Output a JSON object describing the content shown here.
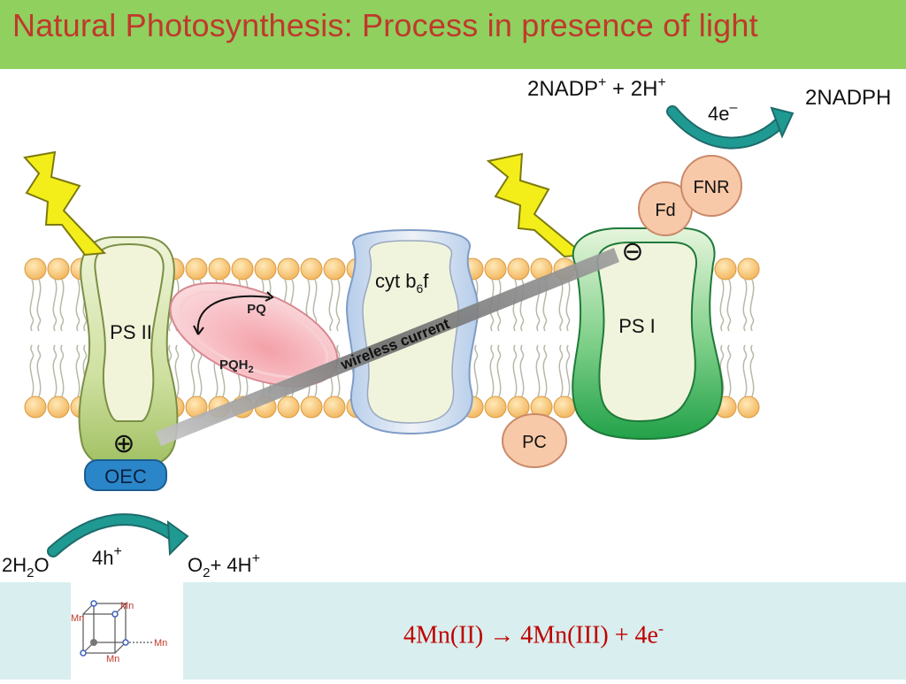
{
  "slide": {
    "title": "Natural Photosynthesis: Process in presence of light",
    "equation": {
      "left": "4Mn(II)",
      "arrow": "→",
      "right": "4Mn(III) + 4e",
      "sup": "-"
    }
  },
  "diagram": {
    "nadp_reactants": {
      "a": "2NADP",
      "a_sup": "+",
      "b": " + 2H",
      "b_sup": "+"
    },
    "electrons_top": {
      "text": "4e",
      "sup": "–"
    },
    "nadph": "2NADPH",
    "fnr": "FNR",
    "fd": "Fd",
    "ps2": "PS II",
    "ps1": "PS I",
    "cyt": {
      "text": "cyt b",
      "sub": "6",
      "tail": "f"
    },
    "pq": "PQ",
    "pqh2": {
      "text": "PQH",
      "sub": "2"
    },
    "wireless": "wireless current",
    "pc": "PC",
    "oec": "OEC",
    "plus_symbol": "⊕",
    "minus_symbol": "⊖",
    "water": {
      "a": "2H",
      "sub": "2",
      "b": "O"
    },
    "holes": {
      "text": "4h",
      "sup": "+"
    },
    "oxygen": {
      "a": "O",
      "sub": "2",
      "b": "+ 4H",
      "sup": "+"
    },
    "mn_cluster": {
      "mn": "Mn"
    },
    "colors": {
      "header_bg": "#8fd05f",
      "title": "#c0392b",
      "footer_bg": "#d9eeee",
      "arrow": "#1f8f8a",
      "equation": "#c00000"
    }
  }
}
